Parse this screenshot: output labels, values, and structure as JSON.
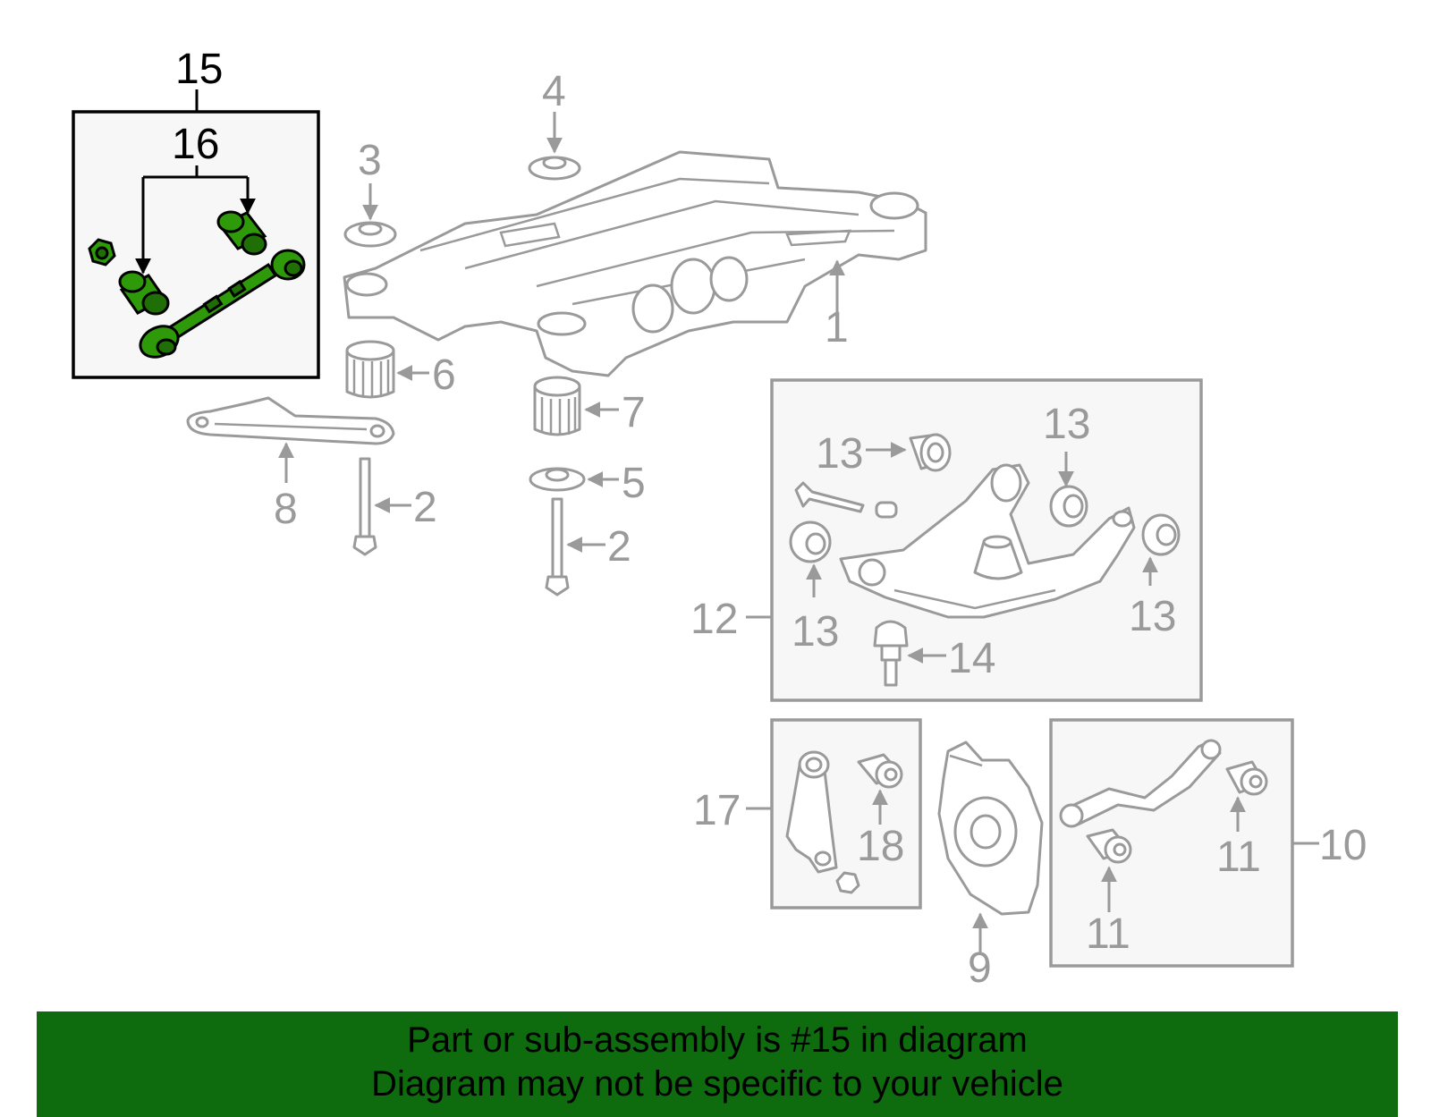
{
  "diagram": {
    "callouts": {
      "c1": "1",
      "c2a": "2",
      "c2b": "2",
      "c3": "3",
      "c4": "4",
      "c5": "5",
      "c6": "6",
      "c7": "7",
      "c8": "8",
      "c9": "9",
      "c10": "10",
      "c11a": "11",
      "c11b": "11",
      "c12": "12",
      "c13a": "13",
      "c13b": "13",
      "c13c": "13",
      "c13d": "13",
      "c14": "14",
      "c15": "15",
      "c16": "16",
      "c17": "17",
      "c18": "18"
    },
    "highlighted_part": "15",
    "colors": {
      "highlight": "#2e9a0a",
      "banner": "#0e6b0e",
      "line_art": "#9a9a9a"
    }
  },
  "banner": {
    "line1": "Part or sub-assembly is #15 in diagram",
    "line2": "Diagram may not be specific to your vehicle"
  }
}
